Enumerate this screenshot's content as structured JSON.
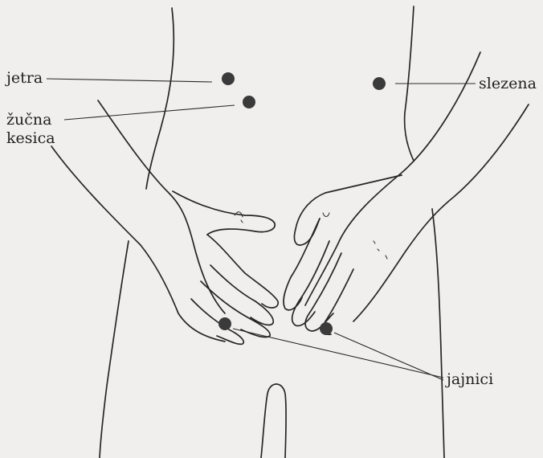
{
  "labels": {
    "liver": "jetra",
    "gallbladder_line1": "žučna",
    "gallbladder_line2": "kesica",
    "spleen": "slezena",
    "ovaries": "jajnici"
  },
  "colors": {
    "background": "#f1efee",
    "ink": "#262626",
    "dot": "#3a3a3a"
  }
}
